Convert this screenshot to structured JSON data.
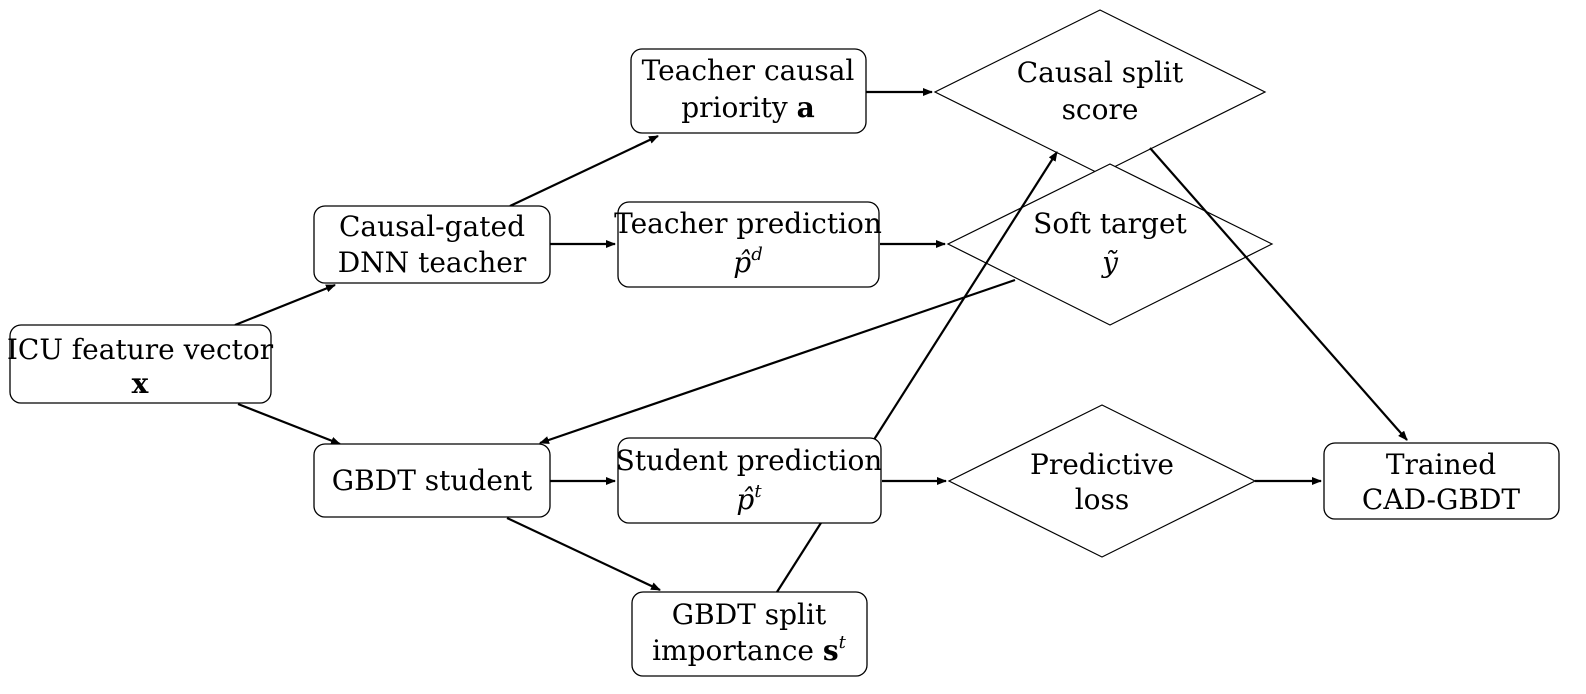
{
  "nodes": {
    "icu": {
      "line1": "ICU feature vector",
      "line2": "x"
    },
    "teacher_dnn": {
      "line1": "Causal-gated",
      "line2": "DNN teacher"
    },
    "student": {
      "line1": "GBDT student"
    },
    "causal_priority": {
      "line1": "Teacher causal",
      "line2": "priority ",
      "line2_bold": "a"
    },
    "teacher_pred": {
      "line1": "Teacher prediction",
      "line2": "p̂",
      "line2_sup": "d"
    },
    "student_pred": {
      "line1": "Student prediction",
      "line2": "p̂",
      "line2_sup": "t"
    },
    "split_importance": {
      "line1": "GBDT split",
      "line2": "importance ",
      "line2_bold": "s",
      "line2_sup": "t"
    },
    "causal_split": {
      "line1": "Causal split",
      "line2": "score"
    },
    "soft_target": {
      "line1": "Soft target",
      "line2": "ỹ"
    },
    "pred_loss": {
      "line1": "Predictive",
      "line2": "loss"
    },
    "trained": {
      "line1": "Trained",
      "line2": "CAD-GBDT"
    }
  },
  "edges": [
    {
      "from": "icu",
      "to": "teacher_dnn"
    },
    {
      "from": "icu",
      "to": "student"
    },
    {
      "from": "teacher_dnn",
      "to": "causal_priority"
    },
    {
      "from": "teacher_dnn",
      "to": "teacher_pred"
    },
    {
      "from": "causal_priority",
      "to": "causal_split"
    },
    {
      "from": "teacher_pred",
      "to": "soft_target"
    },
    {
      "from": "soft_target",
      "to": "student"
    },
    {
      "from": "student",
      "to": "student_pred"
    },
    {
      "from": "student",
      "to": "split_importance"
    },
    {
      "from": "split_importance",
      "to": "causal_split"
    },
    {
      "from": "student_pred",
      "to": "pred_loss"
    },
    {
      "from": "pred_loss",
      "to": "trained"
    },
    {
      "from": "causal_split",
      "to": "trained"
    }
  ]
}
